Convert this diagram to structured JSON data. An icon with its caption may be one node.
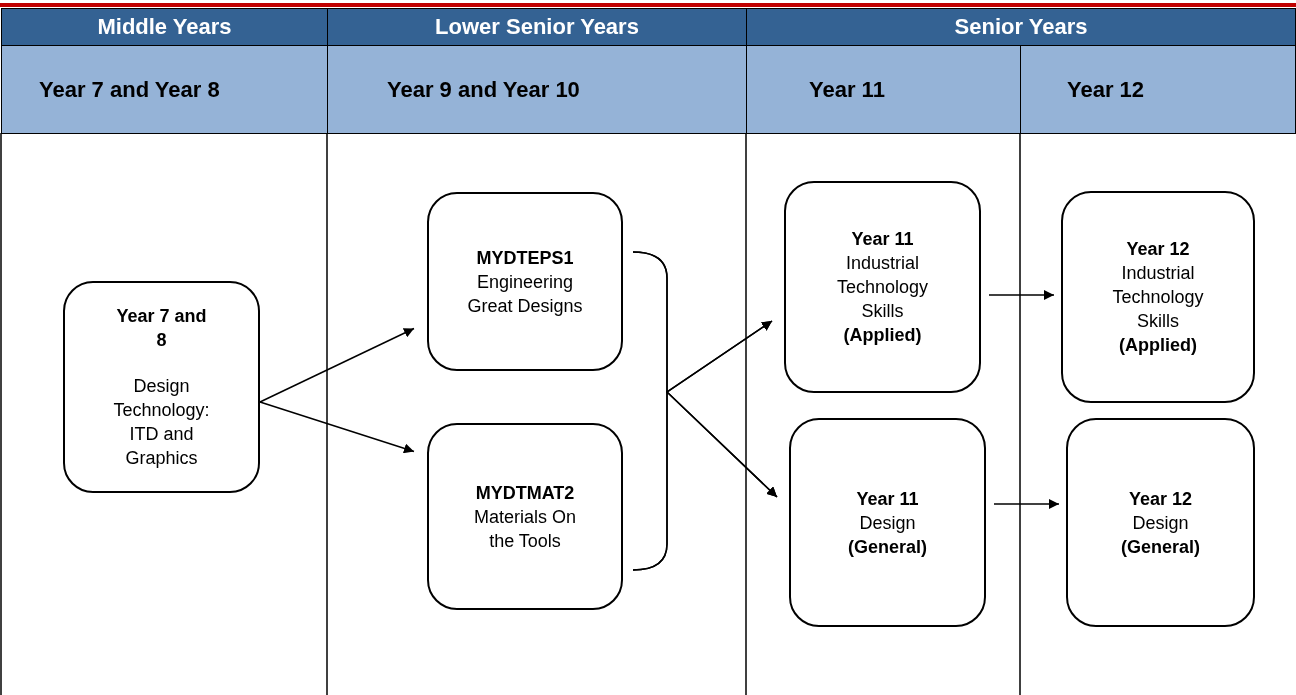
{
  "diagram": {
    "nodes": [
      {
        "text": [
          "Middle Years"
        ]
      },
      {
        "text": [
          "Lower Senior Years"
        ]
      },
      {
        "text": [
          "Senior Years"
        ]
      },
      {
        "text": [
          "Year 7 and Year 8"
        ]
      },
      {
        "text": [
          "Year 9 and Year 10"
        ]
      },
      {
        "text": [
          "Year 11"
        ]
      },
      {
        "text": [
          "Year 12"
        ]
      },
      {
        "text": [
          "Year 7 and 8",
          "Design Technology: ITD and Graphics"
        ]
      },
      {
        "text": [
          "MYDTEPS1",
          "Engineering Great Designs"
        ]
      },
      {
        "text": [
          "MYDTMAT2",
          "Materials On the Tools"
        ]
      },
      {
        "text": [
          "Year 11",
          "Industrial Technology Skills",
          "(Applied)"
        ]
      },
      {
        "text": [
          "Year 11",
          "Design",
          "(General)"
        ]
      },
      {
        "text": [
          "Year 12",
          "Industrial Technology Skills",
          "(Applied)"
        ]
      },
      {
        "text": [
          "Year 12",
          "Design",
          "(General)"
        ]
      }
    ],
    "edges": [
      {
        "from": 7,
        "to": 8,
        "arrow": "to"
      },
      {
        "from": 7,
        "to": 9,
        "arrow": "to"
      },
      {
        "from": 8,
        "to": 10,
        "arrow": "to"
      },
      {
        "from": 9,
        "to": 10,
        "arrow": "to"
      },
      {
        "from": 8,
        "to": 11,
        "arrow": "to"
      },
      {
        "from": 9,
        "to": 11,
        "arrow": "to"
      },
      {
        "from": 10,
        "to": 12,
        "arrow": "to"
      },
      {
        "from": 11,
        "to": 13,
        "arrow": "to"
      }
    ]
  }
}
